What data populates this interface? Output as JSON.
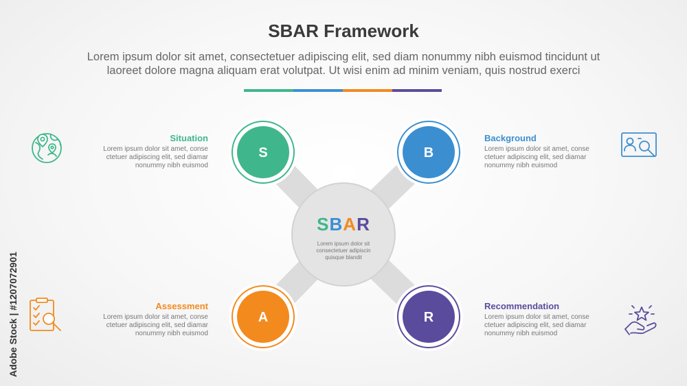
{
  "header": {
    "title": "SBAR Framework",
    "subtitle_line1": "Lorem ipsum dolor sit amet, consectetuer adipiscing elit, sed diam nonummy nibh euismod tincidunt ut",
    "subtitle_line2": "laoreet dolore magna aliquam erat volutpat. Ut wisi enim ad minim veniam, quis nostrud exerci"
  },
  "colors": {
    "situation": "#3fb68b",
    "background": "#3b8fd1",
    "assessment": "#f28a1e",
    "recommendation": "#5b4b9c",
    "hub": "#e4e4e4",
    "connector": "#dcdcdc"
  },
  "center": {
    "letters": [
      "S",
      "B",
      "A",
      "R"
    ],
    "text_line1": "Lorem ipsum dolor sit",
    "text_line2": "consectetuer adipiscin",
    "text_line3": "quisque blandit"
  },
  "items": {
    "situation": {
      "letter": "S",
      "heading": "Situation",
      "line1": "Lorem ipsum dolor sit amet, conse",
      "line2": "ctetuer adipiscing elit, sed diamar",
      "line3": "nonummy nibh euismod",
      "icon": "location-globe-icon"
    },
    "background": {
      "letter": "B",
      "heading": "Background",
      "line1": "Lorem ipsum dolor sit amet, conse",
      "line2": "ctetuer adipiscing elit, sed diamar",
      "line3": "nonummy nibh euismod",
      "icon": "profile-search-icon"
    },
    "assessment": {
      "letter": "A",
      "heading": "Assessment",
      "line1": "Lorem ipsum dolor sit amet, conse",
      "line2": "ctetuer adipiscing elit, sed diamar",
      "line3": "nonummy nibh euismod",
      "icon": "clipboard-search-icon"
    },
    "recommendation": {
      "letter": "R",
      "heading": "Recommendation",
      "line1": "Lorem ipsum dolor sit amet, conse",
      "line2": "ctetuer adipiscing elit, sed diamar",
      "line3": "nonummy nibh euismod",
      "icon": "hand-star-icon"
    }
  },
  "watermark": {
    "text": "Adobe Stock | #1207072901"
  }
}
